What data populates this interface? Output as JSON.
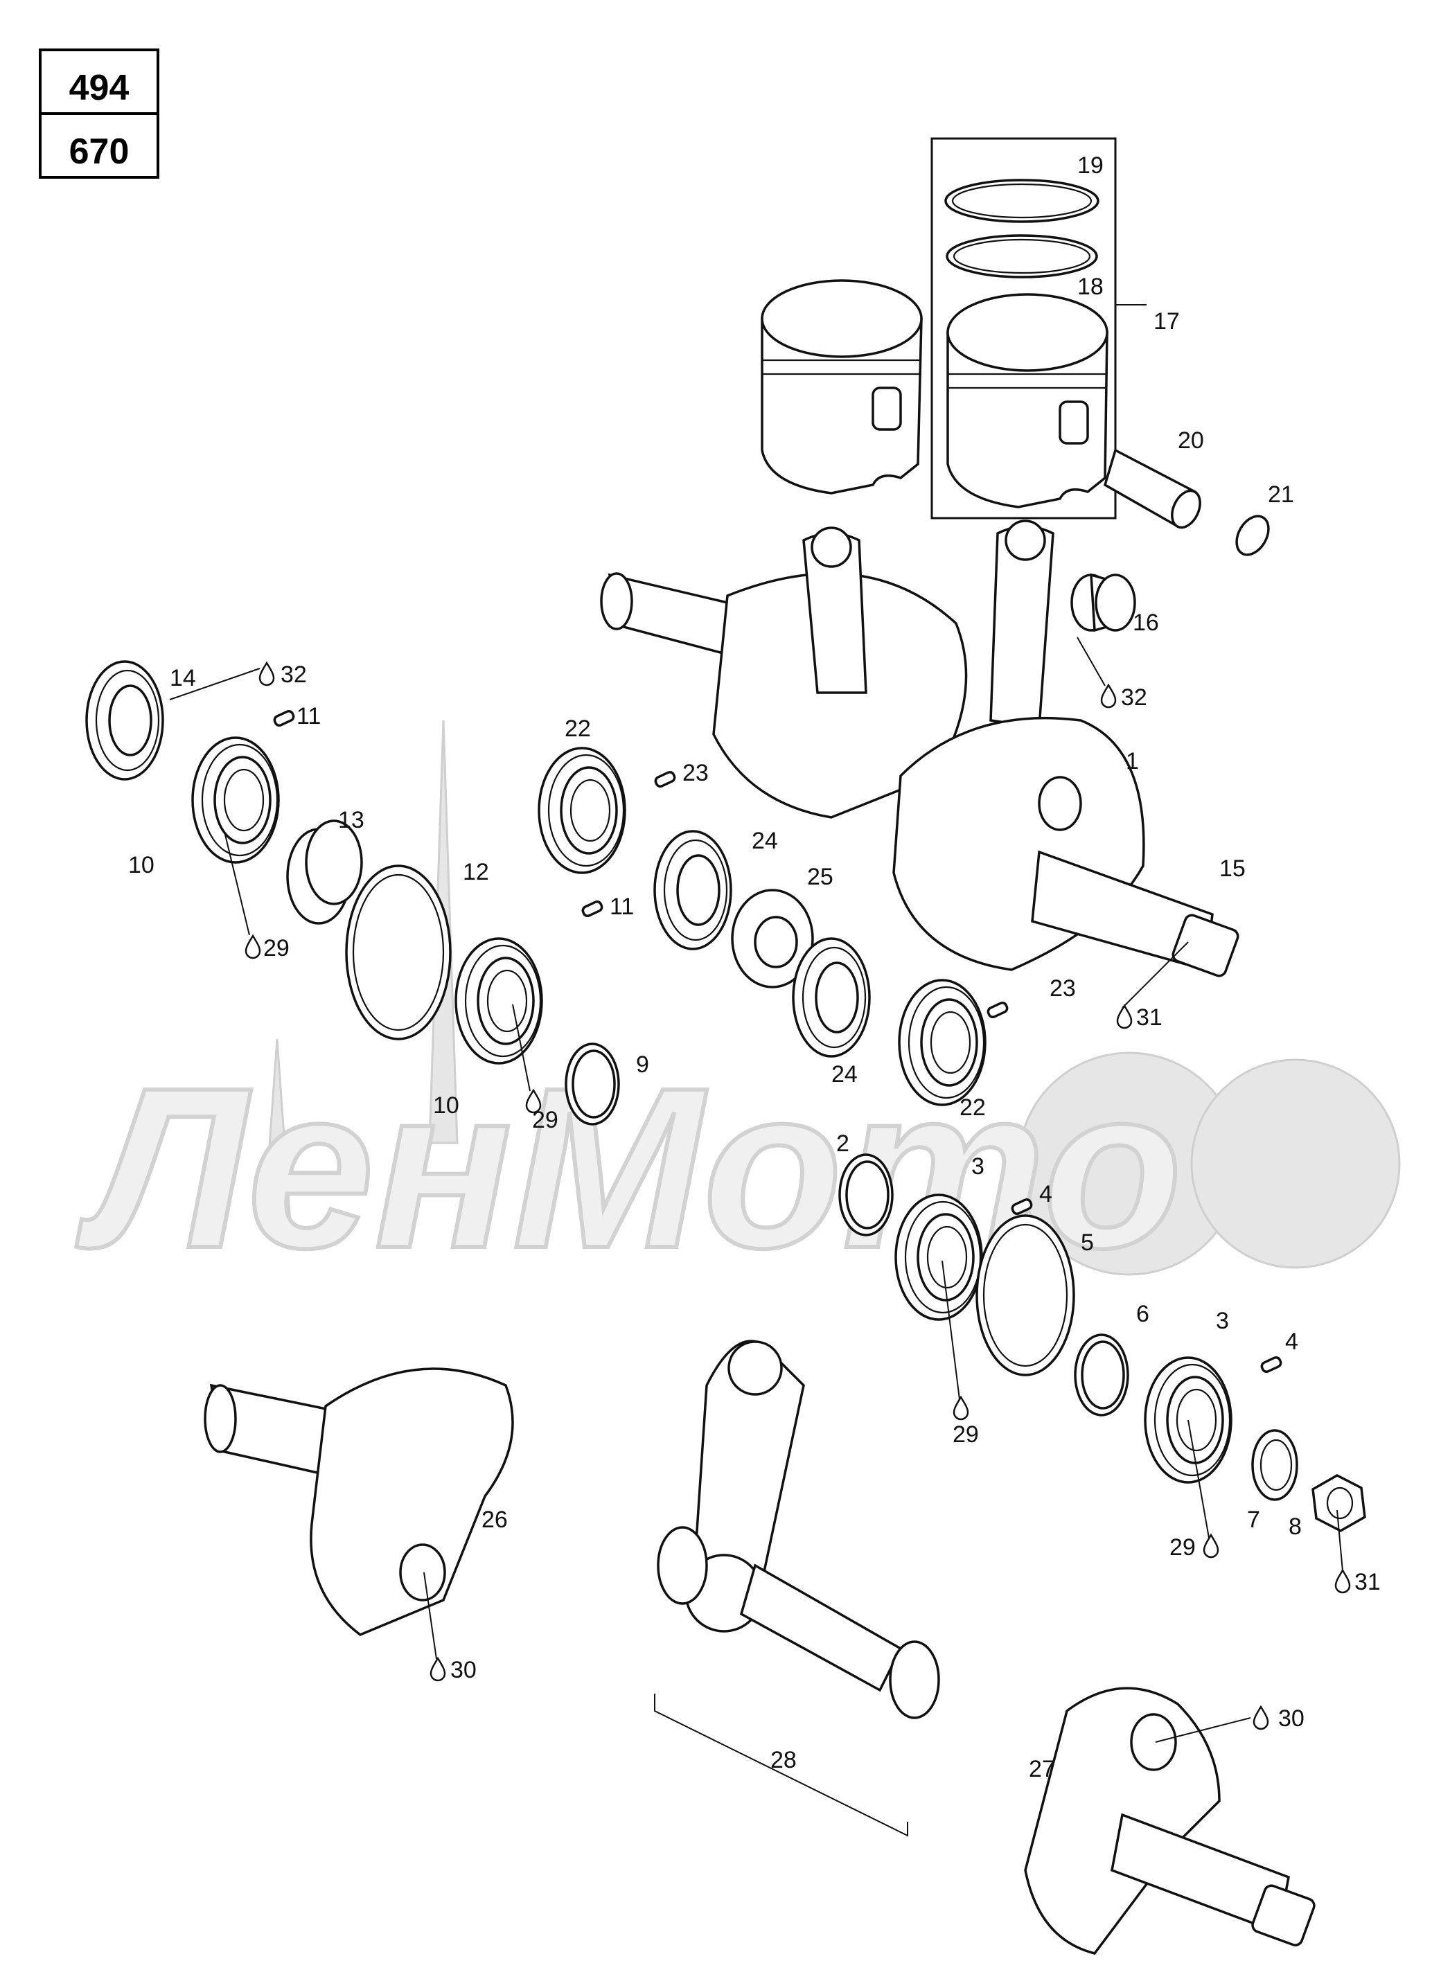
{
  "model_codes": [
    "494",
    "670"
  ],
  "watermark": {
    "text": "ЛенМото"
  },
  "callouts": [
    {
      "label": "1"
    },
    {
      "label": "2"
    },
    {
      "label": "3"
    },
    {
      "label": "3"
    },
    {
      "label": "4"
    },
    {
      "label": "4"
    },
    {
      "label": "5"
    },
    {
      "label": "6"
    },
    {
      "label": "7"
    },
    {
      "label": "8"
    },
    {
      "label": "9"
    },
    {
      "label": "10"
    },
    {
      "label": "10"
    },
    {
      "label": "11"
    },
    {
      "label": "11"
    },
    {
      "label": "12"
    },
    {
      "label": "13"
    },
    {
      "label": "14"
    },
    {
      "label": "15"
    },
    {
      "label": "16"
    },
    {
      "label": "17"
    },
    {
      "label": "18"
    },
    {
      "label": "19"
    },
    {
      "label": "20"
    },
    {
      "label": "21"
    },
    {
      "label": "22"
    },
    {
      "label": "22"
    },
    {
      "label": "23"
    },
    {
      "label": "23"
    },
    {
      "label": "24"
    },
    {
      "label": "24"
    },
    {
      "label": "25"
    },
    {
      "label": "26"
    },
    {
      "label": "27"
    },
    {
      "label": "28"
    },
    {
      "label": "29"
    },
    {
      "label": "29"
    },
    {
      "label": "29"
    },
    {
      "label": "29"
    },
    {
      "label": "30"
    },
    {
      "label": "30"
    },
    {
      "label": "31"
    },
    {
      "label": "31"
    },
    {
      "label": "32"
    },
    {
      "label": "32"
    }
  ]
}
